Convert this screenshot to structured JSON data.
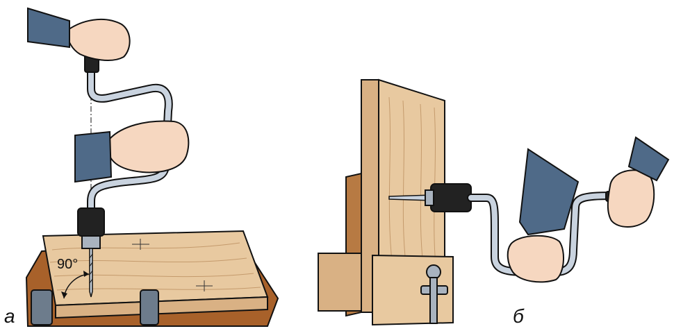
{
  "labels": {
    "panel_a": "а",
    "panel_b": "б",
    "angle": "90°"
  },
  "colors": {
    "wood_light": "#e8c9a0",
    "wood_mid": "#d9b184",
    "wood_dark": "#b77a43",
    "bench": "#a8612a",
    "metal": "#c9d3df",
    "sleeve": "#4f6a88",
    "skin": "#f6d7c0",
    "chuck": "#222222",
    "outline": "#111111"
  }
}
